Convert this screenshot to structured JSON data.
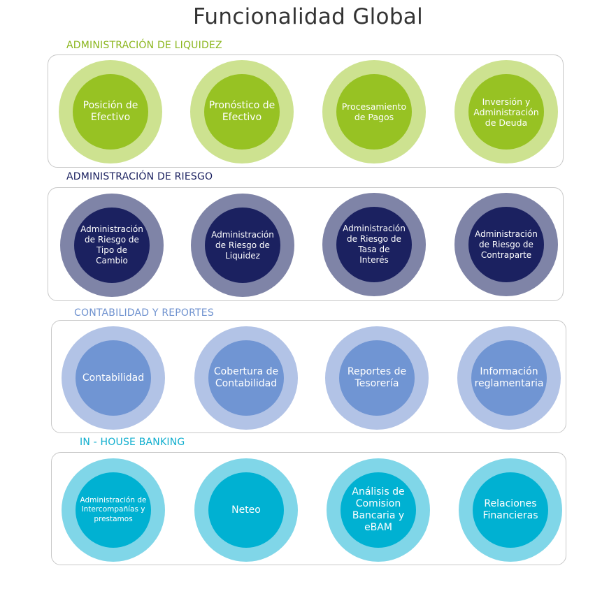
{
  "title": "Funcionalidad Global",
  "colors": {
    "green_outer": "#cde290",
    "green_inner": "#97c223",
    "green_label": "#8bb61d",
    "navy_outer": "#7f84a7",
    "navy_inner": "#1b2160",
    "navy_label": "#1b2160",
    "blue_outer": "#b2c3e6",
    "blue_inner": "#7095d3",
    "blue_label": "#6f92cf",
    "cyan_outer": "#80d6e8",
    "cyan_inner": "#00b1d2",
    "cyan_label": "#10aece",
    "box_border": "#c8c8c8"
  },
  "sections": [
    {
      "label": "ADMINISTRACIÓN DE LIQUIDEZ",
      "items": [
        {
          "text": "Posición de\nEfectivo"
        },
        {
          "text": "Pronóstico de\nEfectivo"
        },
        {
          "text": "Procesamiento\nde Pagos"
        },
        {
          "text": "Inversión y\nAdministración\nde Deuda"
        }
      ]
    },
    {
      "label": "ADMINISTRACIÓN DE RIESGO",
      "items": [
        {
          "text": "Administración\nde Riesgo de\nTipo de\nCambio"
        },
        {
          "text": "Administración\nde Riesgo de\nLiquidez"
        },
        {
          "text": "Administración\nde Riesgo de\nTasa de\nInterés"
        },
        {
          "text": "Administración\nde Riesgo de\nContraparte"
        }
      ]
    },
    {
      "label": "CONTABILIDAD Y REPORTES",
      "items": [
        {
          "text": "Contabilidad"
        },
        {
          "text": "Cobertura de\nContabilidad"
        },
        {
          "text": "Reportes de\nTesorería"
        },
        {
          "text": "Información\nreglamentaria"
        }
      ]
    },
    {
      "label": "IN - HOUSE BANKING",
      "items": [
        {
          "text": "Administración de\nIntercompañías y\nprestamos"
        },
        {
          "text": "Neteo"
        },
        {
          "text": "Análisis de\nComision\nBancaria y\neBAM"
        },
        {
          "text": "Relaciones\nFinancieras"
        }
      ]
    }
  ]
}
